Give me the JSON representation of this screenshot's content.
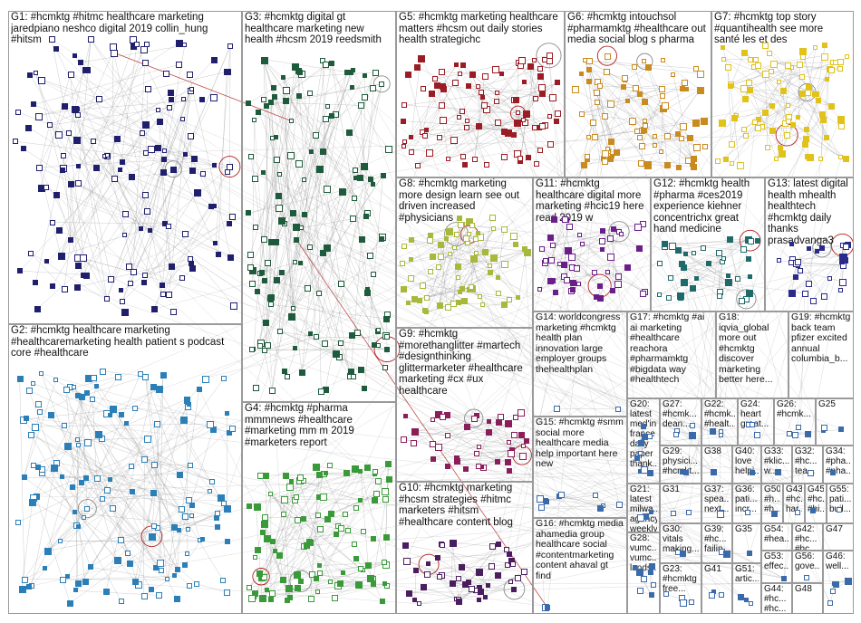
{
  "node_colors": {
    "G1": "#1f1f6e",
    "G2": "#2a7fb8",
    "G3": "#1e5a3c",
    "G4": "#3a9a3a",
    "G5": "#9a1c24",
    "G6": "#c98a1e",
    "G7": "#e0c21a",
    "G8": "#a8b83a",
    "G9": "#8a1e5a",
    "G10": "#4a1e5e",
    "G11": "#6a1e8a",
    "G12": "#1e6a6a",
    "G13": "#2a2a8a",
    "default": "#3a6aaa"
  },
  "edge_color": "#8c8c8c",
  "highlight_edge_color": "#b02020",
  "groups": [
    {
      "id": "G1",
      "label": "G1: #hcmktg #hitmc healthcare marketing jaredpiano neshco digital 2019 collin_hung #hitsm"
    },
    {
      "id": "G2",
      "label": "G2: #hcmktg healthcare marketing #healthcaremarketing health patient s podcast core #healthcare"
    },
    {
      "id": "G3",
      "label": "G3: #hcmktg digital gt healthcare marketing new health #hcsm 2019 reedsmith"
    },
    {
      "id": "G4",
      "label": "G4: #hcmktg #pharma mmmnews #healthcare #marketing mm m 2019 #marketers report"
    },
    {
      "id": "G5",
      "label": "G5: #hcmktg marketing healthcare matters #hcsm out daily stories health strategichc"
    },
    {
      "id": "G6",
      "label": "G6: #hcmktg intouchsol #pharmamktg #healthcare out media social blog s pharma"
    },
    {
      "id": "G7",
      "label": "G7: #hcmktg top story #quantihealth see more santé les et des"
    },
    {
      "id": "G8",
      "label": "G8: #hcmktg marketing more design learn see out driven increased #physicians"
    },
    {
      "id": "G9",
      "label": "G9: #hcmktg #morethanglitter #martech #designthinking glittermarketer #healthcare marketing #cx #ux healthcare"
    },
    {
      "id": "G10",
      "label": "G10: #hcmktg marketing #hcsm strategies #hitmc marketers #hitsm #healthcare content blog"
    },
    {
      "id": "G11",
      "label": "G11: #hcmktg healthcare digital more marketing #hcic19 here read 2019 w"
    },
    {
      "id": "G12",
      "label": "G12: #hcmktg health #pharma #ces2019 experience kiehner concentrichx great hand medicine"
    },
    {
      "id": "G13",
      "label": "G13: latest digital health mhealth healthtech #hcmktg daily thanks prasadvanga3"
    },
    {
      "id": "G14",
      "label": "G14: worldcongress marketing #hcmktg health plan innovation large employer groups thehealthplan"
    },
    {
      "id": "G15",
      "label": "G15: #hcmktg #smm social more healthcare media help important here new"
    },
    {
      "id": "G16",
      "label": "G16: #hcmktg media ahamedia group healthcare social #contentmarketing content ahaval gt find"
    },
    {
      "id": "G17",
      "label": "G17: #hcmktg #ai ai marketing #healthcare reachora #pharmamktg #bigdata way #healthtech"
    },
    {
      "id": "G18",
      "label": "G18: iqvia_global more out #hcmktg discover marketing better here..."
    },
    {
      "id": "G19",
      "label": "G19: #hcmktg back team pfizer excited annual columbia_b..."
    },
    {
      "id": "G20",
      "label": "G20: latest med'in france daily paper thank..."
    },
    {
      "id": "G21",
      "label": "G21: latest milwa... agency weekly thank..."
    },
    {
      "id": "G22",
      "label": "G22: #hcmk... #healt..."
    },
    {
      "id": "G23",
      "label": "G23: #hcmktg free..."
    },
    {
      "id": "G24",
      "label": "G24: heart great..."
    },
    {
      "id": "G25",
      "label": "G25"
    },
    {
      "id": "G26",
      "label": "G26: #hcmk..."
    },
    {
      "id": "G27",
      "label": "G27: #hcmk... dean..."
    },
    {
      "id": "G28",
      "label": "G28: vumc... vumc... lands..."
    },
    {
      "id": "G29",
      "label": "G29: physici... #hcmkt..."
    },
    {
      "id": "G30",
      "label": "G30: vitals making..."
    },
    {
      "id": "G31",
      "label": "G31"
    },
    {
      "id": "G32",
      "label": "G32: #hc... tea..."
    },
    {
      "id": "G33",
      "label": "G33: #klic... w..."
    },
    {
      "id": "G34",
      "label": "G34: #pha... #pha..."
    },
    {
      "id": "G35",
      "label": "G35"
    },
    {
      "id": "G36",
      "label": "G36: pati... incr..."
    },
    {
      "id": "G37",
      "label": "G37: spea... next..."
    },
    {
      "id": "G38",
      "label": "G38"
    },
    {
      "id": "G39",
      "label": "G39: #hc... failin..."
    },
    {
      "id": "G40",
      "label": "G40: love helpi..."
    },
    {
      "id": "G41",
      "label": "G41"
    },
    {
      "id": "G42",
      "label": "G42: #hc... #hc..."
    },
    {
      "id": "G43",
      "label": "G43: #hc... har..."
    },
    {
      "id": "G44",
      "label": "G44: #hc... #hc..."
    },
    {
      "id": "G45",
      "label": "G45: #hc... #hi..."
    },
    {
      "id": "G46",
      "label": "G46: well..."
    },
    {
      "id": "G47",
      "label": "G47"
    },
    {
      "id": "G48",
      "label": "G48"
    },
    {
      "id": "G50",
      "label": "G50: #h... #h..."
    },
    {
      "id": "G51",
      "label": "G51: artic..."
    },
    {
      "id": "G53",
      "label": "G53: effec..."
    },
    {
      "id": "G54",
      "label": "G54: #hea..."
    },
    {
      "id": "G55",
      "label": "G55: pati... buil..."
    },
    {
      "id": "G56",
      "label": "G56: gove..."
    }
  ]
}
